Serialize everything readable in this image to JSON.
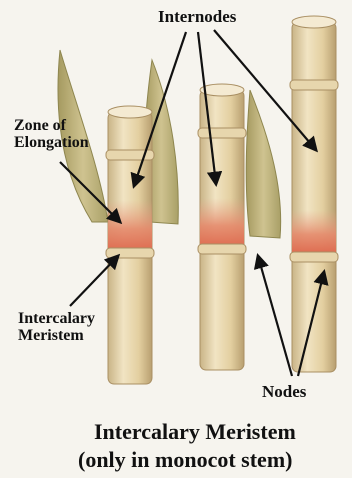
{
  "labels": {
    "internodes": "Internodes",
    "zone_line1": "Zone of",
    "zone_line2": "Elongation",
    "intercalary_line1": "Intercalary",
    "intercalary_line2": "Meristem",
    "nodes": "Nodes"
  },
  "caption": {
    "line1": "Intercalary Meristem",
    "line2": "(only in monocot stem)"
  },
  "colors": {
    "background": "#f6f4ee",
    "stem": "#e6d3a6",
    "leaf": "#bfb27a",
    "meristem": "#e27a5c",
    "arrow": "#111111"
  }
}
